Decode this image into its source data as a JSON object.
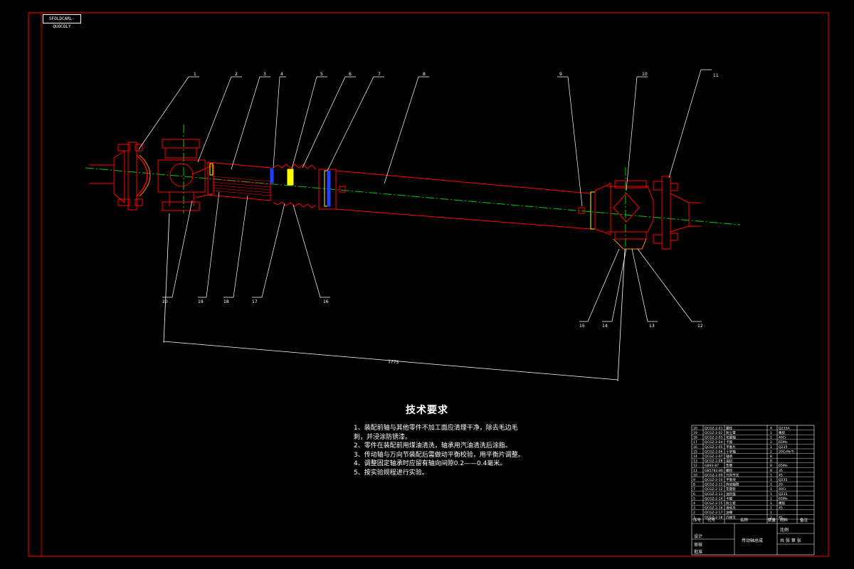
{
  "sheet": {
    "stamp": "SFOLDCARL-QUOCOLY"
  },
  "balloons": [
    "1",
    "2",
    "3",
    "4",
    "5",
    "6",
    "7",
    "8",
    "9",
    "10",
    "11",
    "20",
    "19",
    "18",
    "17",
    "16",
    "15",
    "14",
    "13",
    "12"
  ],
  "dimension": {
    "overall_length": "1775"
  },
  "requirements": {
    "title": "技术要求",
    "items": [
      "1、装配前轴与其他零件不加工面应清理干净，除去毛边毛刺，并浸涂防锈漆。",
      "2、零件在装配前用煤油清洗，轴承用汽油清洗后涂脂。",
      "3、传动轴与万向节装配后需做动平衡校验，用平衡片调整。",
      "4、调整固定轴承时应留有轴向间隙0.2——0.4毫米。",
      "5、按实验规程进行实验。"
    ]
  },
  "bom": {
    "rows": [
      {
        "no": "20",
        "code": "QCGZ-2-01",
        "name": "螺栓",
        "qty": "4",
        "material": "Q235A"
      },
      {
        "no": "19",
        "code": "QCGZ-2-02",
        "name": "防尘罩",
        "qty": "1",
        "material": "橡胶"
      },
      {
        "no": "18",
        "code": "QCGZ-2-03",
        "name": "花键轴",
        "qty": "1",
        "material": "40Cr"
      },
      {
        "no": "17",
        "code": "QCGZ-2-04",
        "name": "卡箍",
        "qty": "2",
        "material": "65Mn"
      },
      {
        "no": "16",
        "code": "QCGZ-2-05",
        "name": "平衡片",
        "qty": "1",
        "material": "Q235"
      },
      {
        "no": "15",
        "code": "QCGZ-2-06",
        "name": "十字轴",
        "qty": "2",
        "material": "20CrMnTi"
      },
      {
        "no": "14",
        "code": "QCGZ-2-07",
        "name": "轴承",
        "qty": "8",
        "material": ""
      },
      {
        "no": "13",
        "code": "QCGZ-2-08",
        "name": "油封",
        "qty": "8",
        "material": ""
      },
      {
        "no": "12",
        "code": "GB93-87",
        "name": "垫圈",
        "qty": "8",
        "material": "65Mn"
      },
      {
        "no": "11",
        "code": "GB5782-86",
        "name": "螺栓",
        "qty": "8",
        "material": "35"
      },
      {
        "no": "10",
        "code": "QCGZ-2-09",
        "name": "万向节叉",
        "qty": "1",
        "material": "45"
      },
      {
        "no": "9",
        "code": "QCGZ-2-10",
        "name": "平衡块",
        "qty": "1",
        "material": "Q235"
      },
      {
        "no": "8",
        "code": "QCGZ-2-11",
        "name": "传动轴管",
        "qty": "1",
        "material": "20"
      },
      {
        "no": "7",
        "code": "QCGZ-2-12",
        "name": "花键套",
        "qty": "1",
        "material": "40Cr"
      },
      {
        "no": "6",
        "code": "QCGZ-2-13",
        "name": "油封盖",
        "qty": "1",
        "material": "Q235"
      },
      {
        "no": "5",
        "code": "QCGZ-2-14",
        "name": "卡箍",
        "qty": "1",
        "material": "65Mn"
      },
      {
        "no": "4",
        "code": "QCGZ-2-15",
        "name": "防尘套",
        "qty": "1",
        "material": "橡胶"
      },
      {
        "no": "3",
        "code": "QCGZ-2-16",
        "name": "滑动叉",
        "qty": "1",
        "material": "45"
      },
      {
        "no": "2",
        "code": "QCGZ-2-17",
        "name": "油嘴",
        "qty": "1",
        "material": ""
      },
      {
        "no": "1",
        "code": "QCGZ-2-18",
        "name": "凸缘叉",
        "qty": "2",
        "material": "45"
      }
    ],
    "header": {
      "no": "序号",
      "code": "代号",
      "name": "名称",
      "qty": "数量",
      "material": "材料",
      "note": "备注"
    },
    "title_block": {
      "drawing_name": "传动轴总成",
      "scale_label": "比例",
      "sheet_label": "共 张 第 张",
      "designer": "设计",
      "checker": "审核",
      "approver": "批准"
    }
  },
  "colors": {
    "frame": "#ff0000",
    "outline": "#ff0000",
    "centerline": "#00cc00",
    "leader": "#ffffff",
    "hatch": "#ff0000",
    "accent_yellow": "#ffff00",
    "accent_blue": "#2040ff",
    "accent_orange": "#ff8000"
  }
}
